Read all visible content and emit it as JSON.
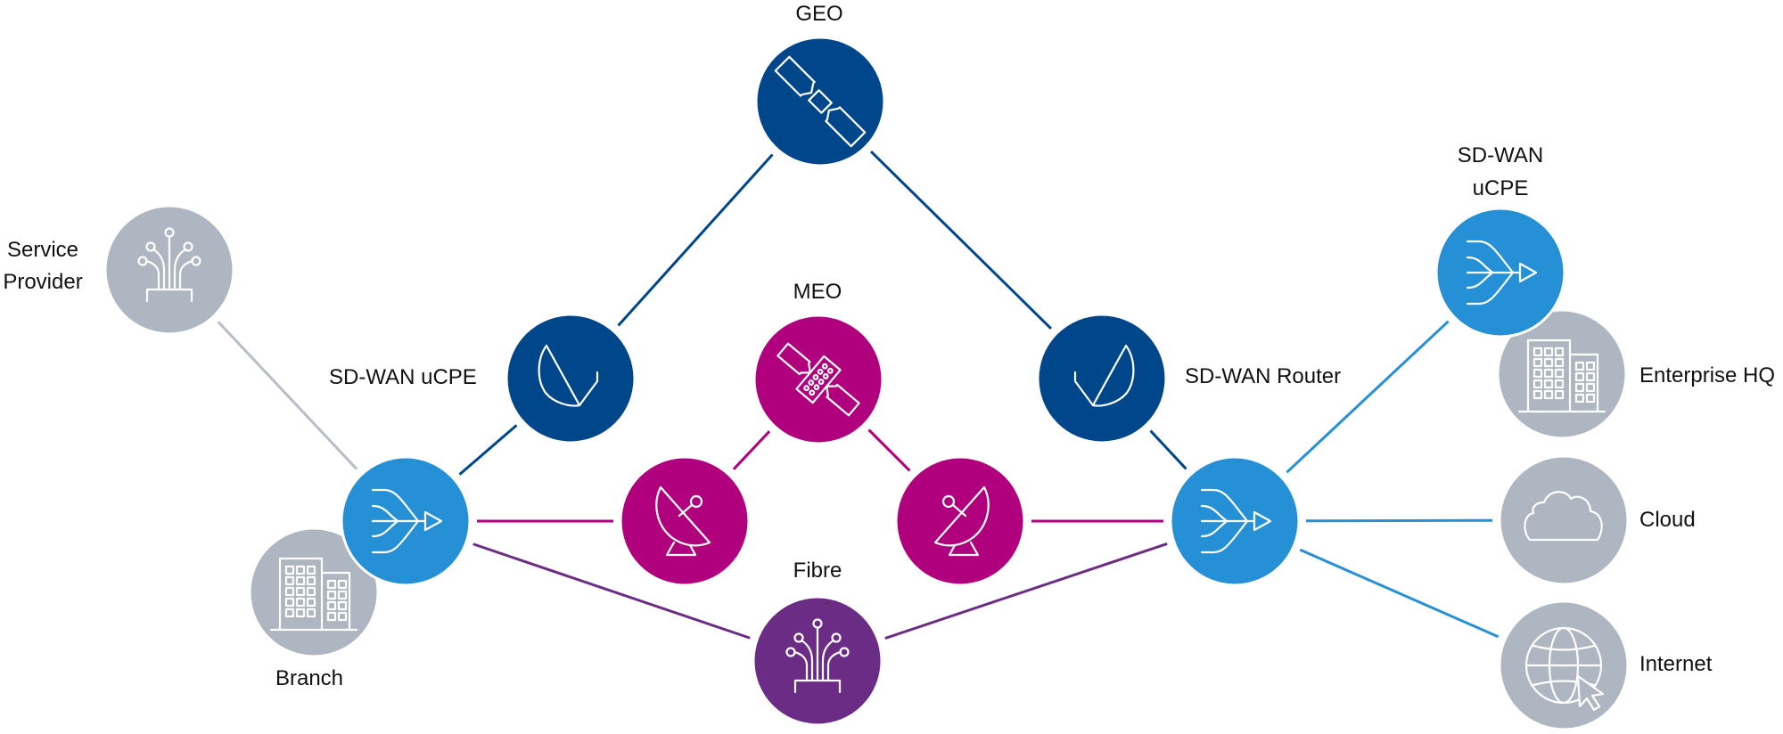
{
  "colors": {
    "geo_blue": "#00468b",
    "sdwan_blue": "#2690d7",
    "meo_magenta": "#b0007e",
    "fibre_purple": "#6b2c85",
    "endpoint_gray": "#adb6c1",
    "link_gray": "#b7bec7"
  },
  "labels": {
    "geo": "GEO",
    "meo": "MEO",
    "fibre": "Fibre",
    "service_provider_line1": "Service",
    "service_provider_line2": "Provider",
    "sdwan_ucpe_left": "SD-WAN uCPE",
    "branch": "Branch",
    "sdwan_router": "SD-WAN Router",
    "sdwan_ucpe_right_line1": "SD-WAN",
    "sdwan_ucpe_right_line2": "uCPE",
    "enterprise_hq": "Enterprise HQ",
    "cloud": "Cloud",
    "internet": "Internet"
  },
  "nodes": [
    {
      "id": "geo",
      "icon": "geo-satellite-icon",
      "color": "geo_blue"
    },
    {
      "id": "service-provider",
      "icon": "fibre-optic-icon",
      "color": "endpoint_gray"
    },
    {
      "id": "sdwan-ucpe-left",
      "icon": "sdwan-merge-arrow-icon",
      "color": "sdwan_blue"
    },
    {
      "id": "branch",
      "icon": "building-icon",
      "color": "endpoint_gray"
    },
    {
      "id": "vsat-dish-left",
      "icon": "satellite-dish-icon",
      "color": "geo_blue"
    },
    {
      "id": "meo",
      "icon": "meo-satellite-icon",
      "color": "meo_magenta"
    },
    {
      "id": "ground-station-left",
      "icon": "ground-station-antenna-icon",
      "color": "meo_magenta"
    },
    {
      "id": "ground-station-right",
      "icon": "ground-station-antenna-icon",
      "color": "meo_magenta"
    },
    {
      "id": "vsat-dish-right",
      "icon": "satellite-dish-icon",
      "color": "geo_blue"
    },
    {
      "id": "fibre",
      "icon": "fibre-optic-icon",
      "color": "fibre_purple"
    },
    {
      "id": "sdwan-router",
      "icon": "sdwan-merge-arrow-icon",
      "color": "sdwan_blue"
    },
    {
      "id": "sdwan-ucpe-right",
      "icon": "sdwan-merge-arrow-icon",
      "color": "sdwan_blue"
    },
    {
      "id": "enterprise-hq",
      "icon": "building-icon",
      "color": "endpoint_gray"
    },
    {
      "id": "cloud",
      "icon": "cloud-icon",
      "color": "endpoint_gray"
    },
    {
      "id": "internet",
      "icon": "globe-cursor-icon",
      "color": "endpoint_gray"
    }
  ],
  "links": [
    {
      "from": "service-provider",
      "to": "sdwan-ucpe-left",
      "color": "link_gray"
    },
    {
      "from": "sdwan-ucpe-left",
      "to": "vsat-dish-left",
      "color": "geo_blue"
    },
    {
      "from": "vsat-dish-left",
      "to": "geo",
      "color": "geo_blue"
    },
    {
      "from": "geo",
      "to": "vsat-dish-right",
      "color": "geo_blue"
    },
    {
      "from": "vsat-dish-right",
      "to": "sdwan-router",
      "color": "geo_blue"
    },
    {
      "from": "sdwan-ucpe-left",
      "to": "ground-station-left",
      "color": "meo_magenta"
    },
    {
      "from": "ground-station-left",
      "to": "meo",
      "color": "meo_magenta"
    },
    {
      "from": "meo",
      "to": "ground-station-right",
      "color": "meo_magenta"
    },
    {
      "from": "ground-station-right",
      "to": "sdwan-router",
      "color": "meo_magenta"
    },
    {
      "from": "sdwan-ucpe-left",
      "to": "fibre",
      "color": "fibre_purple"
    },
    {
      "from": "fibre",
      "to": "sdwan-router",
      "color": "fibre_purple"
    },
    {
      "from": "sdwan-router",
      "to": "sdwan-ucpe-right",
      "color": "sdwan_blue"
    },
    {
      "from": "sdwan-router",
      "to": "cloud",
      "color": "sdwan_blue"
    },
    {
      "from": "sdwan-router",
      "to": "internet",
      "color": "sdwan_blue"
    }
  ]
}
